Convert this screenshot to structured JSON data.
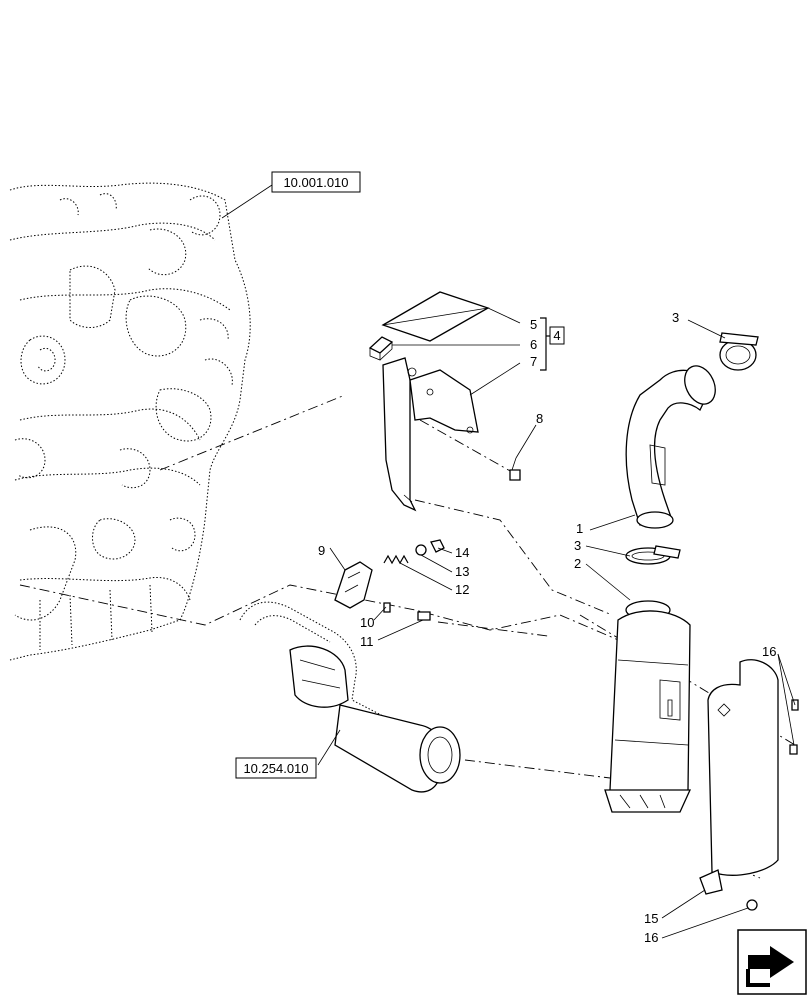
{
  "references": {
    "engine": "10.001.010",
    "exhaust": "10.254.010"
  },
  "callouts": {
    "c1": "1",
    "c2": "2",
    "c3a": "3",
    "c3b": "3",
    "c4": "4",
    "c5": "5",
    "c6": "6",
    "c7": "7",
    "c8": "8",
    "c9": "9",
    "c10": "10",
    "c11": "11",
    "c12": "12",
    "c13": "13",
    "c14": "14",
    "c15": "15",
    "c16a": "16",
    "c16b": "16"
  },
  "icons": {
    "corner": "next-page-arrow-icon"
  }
}
